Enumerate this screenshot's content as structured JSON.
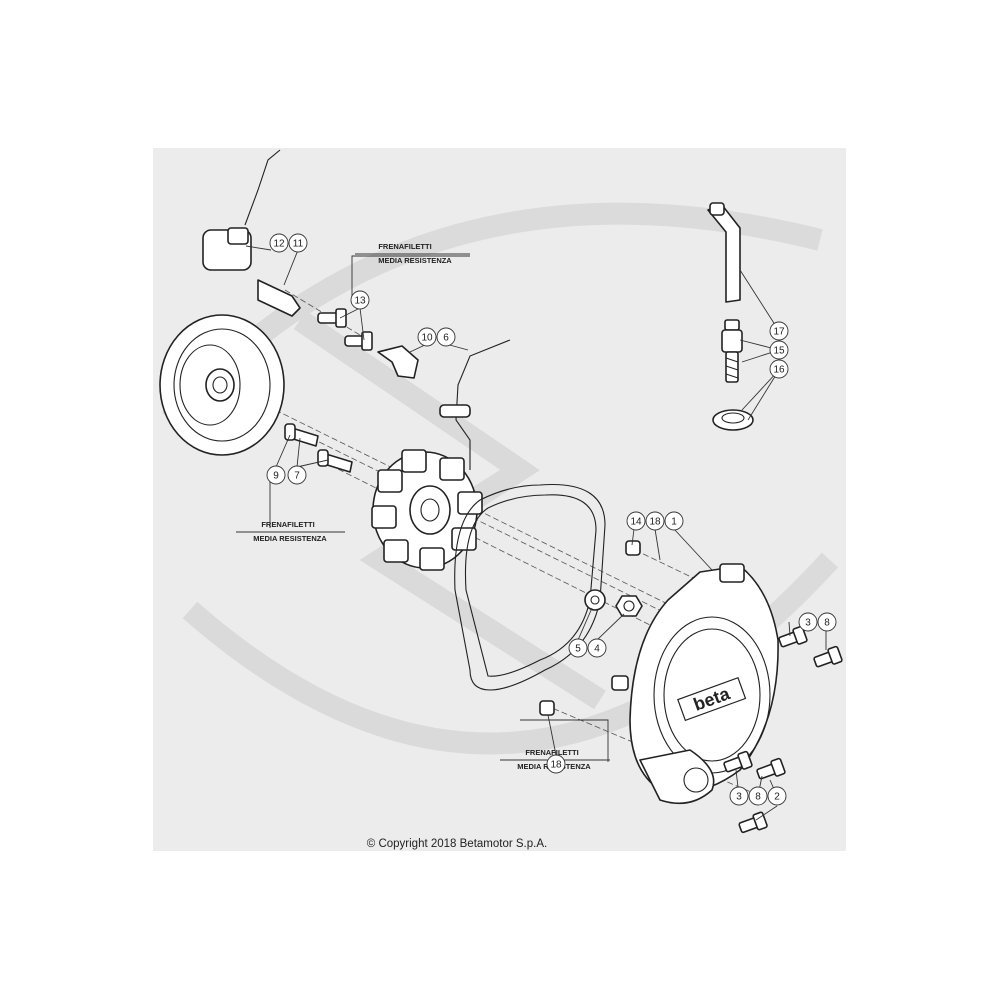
{
  "copyright": "© Copyright 2018 Betamotor S.p.A.",
  "notes": [
    {
      "line1": "FRENAFILETTI",
      "line2": "MEDIA RESISTENZA"
    },
    {
      "line1": "FRENAFILETTI",
      "line2": "MEDIA RESISTENZA"
    },
    {
      "line1": "FRENAFILETTI",
      "line2": "MEDIA RESISTENZA"
    }
  ],
  "callouts": {
    "c1": "1",
    "c2": "2",
    "c3a": "3",
    "c3b": "3",
    "c4": "4",
    "c5": "5",
    "c6": "6",
    "c7": "7",
    "c8a": "8",
    "c8b": "8",
    "c9": "9",
    "c10": "10",
    "c11": "11",
    "c12": "12",
    "c13": "13",
    "c14": "14",
    "c15": "15",
    "c16": "16",
    "c17": "17",
    "c18a": "18",
    "c18b": "18"
  },
  "brand_mark": "beta",
  "colors": {
    "background": "#ffffff",
    "frame": "#ececec",
    "line": "#222222",
    "watermark": "#d6d6d6"
  }
}
